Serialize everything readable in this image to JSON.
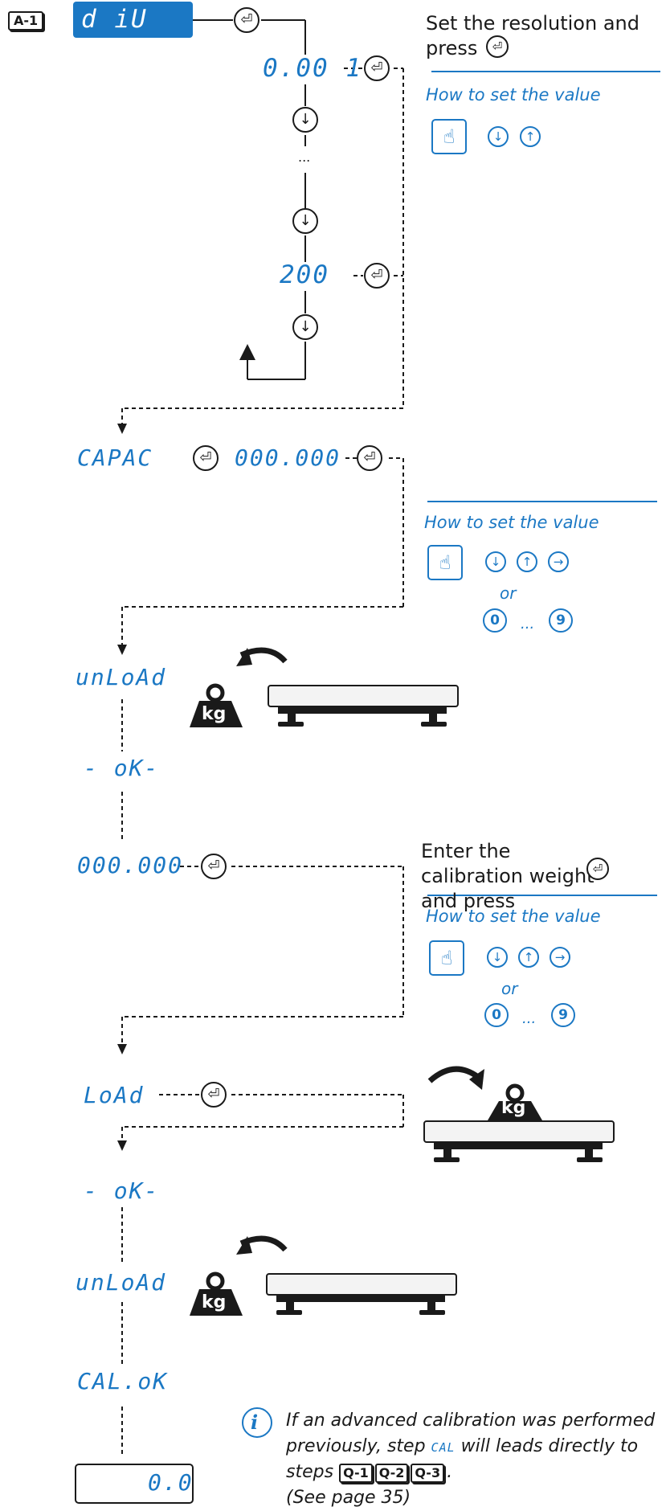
{
  "tags": {
    "a1": "A-1"
  },
  "displays": {
    "div": "d iU",
    "res_first": "0.00 1",
    "ellipsis": "...",
    "res_last": "200",
    "capac": "CAPAC",
    "capac_value": "000.000",
    "unload": "unLoAd",
    "ok": "- oK-",
    "cal_value": "000.000",
    "load": "LoAd",
    "ok2": "- oK-",
    "unload2": "unLoAd",
    "calok": "CAL.oK",
    "final_value": "0.0"
  },
  "instructions": {
    "resolution": "Set the resolution and press",
    "calibration": "Enter the calibration weight and press",
    "how_to_1": "How to set the value",
    "how_to_2": "How to set the value",
    "how_to_3": "How to set the value",
    "or_1": "or",
    "or_2": "or",
    "digit_zero": "0",
    "digit_nine": "9",
    "digit_dots": "...",
    "weight_label": "kg"
  },
  "note": {
    "info_icon": "i",
    "line1": "If an advanced calibration was performed",
    "line2_a": "previously, step",
    "line2_code": "CAL",
    "line2_b": "will leads directly to",
    "line3_a": "steps",
    "q1": "Q-1",
    "q2": "Q-2",
    "q3": "Q-3",
    "line3_b": ".",
    "line4": "(See page 35)"
  },
  "colors": {
    "accent": "#1b78c4",
    "ink": "#1a1a1a"
  }
}
